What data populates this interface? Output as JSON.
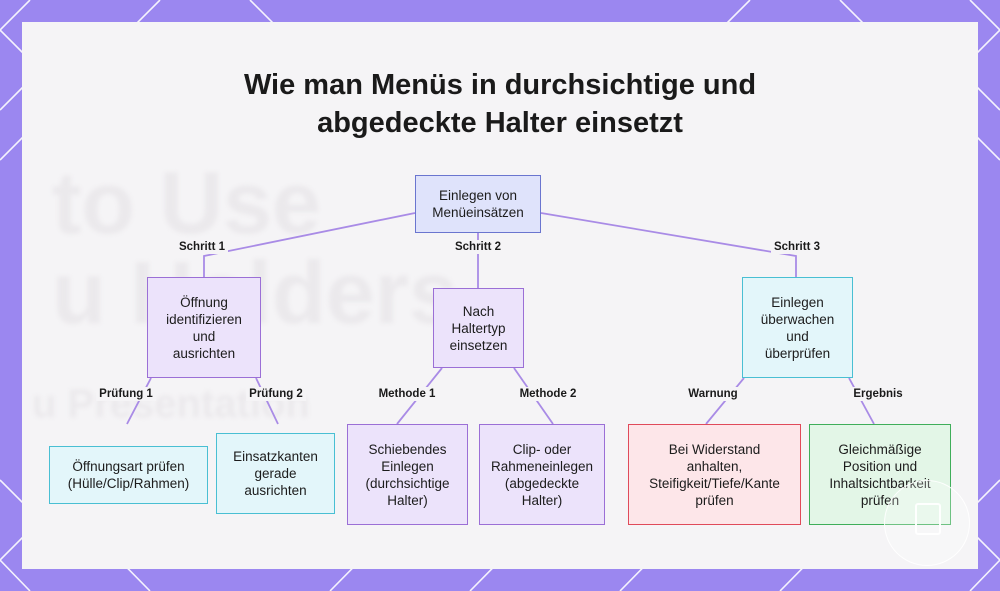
{
  "title": {
    "line1": "Wie man Menüs in durchsichtige und",
    "line2": "abgedeckte Halter einsetzt"
  },
  "background": {
    "line1": "to Use",
    "line2": "u Holders",
    "line3": "u Presentation"
  },
  "colors": {
    "frame": "#9b87f0",
    "panel": "#f5f4f6",
    "connector": "#a98be6"
  },
  "nodes": {
    "root": [
      "Einlegen von",
      "Menüeinsätzen"
    ],
    "step1": [
      "Öffnung",
      "identifizieren",
      "und",
      "ausrichten"
    ],
    "step2": [
      "Nach",
      "Haltertyp",
      "einsetzen"
    ],
    "step3": [
      "Einlegen",
      "überwachen",
      "und",
      "überprüfen"
    ],
    "check1": [
      "Öffnungsart prüfen",
      "(Hülle/Clip/Rahmen)"
    ],
    "check2": [
      "Einsatzkanten",
      "gerade",
      "ausrichten"
    ],
    "method1": [
      "Schiebendes",
      "Einlegen",
      "(durchsichtige",
      "Halter)"
    ],
    "method2": [
      "Clip- oder",
      "Rahmeneinlegen",
      "(abgedeckte",
      "Halter)"
    ],
    "warning": [
      "Bei Widerstand",
      "anhalten,",
      "Steifigkeit/Tiefe/Kante",
      "prüfen"
    ],
    "result": [
      "Gleichmäßige",
      "Position und",
      "Inhaltsichtbarkeit",
      "prüfen"
    ]
  },
  "edge_labels": {
    "step1": "Schritt 1",
    "step2": "Schritt 2",
    "step3": "Schritt 3",
    "check1": "Prüfung 1",
    "check2": "Prüfung 2",
    "method1": "Methode 1",
    "method2": "Methode 2",
    "warning": "Warnung",
    "result": "Ergebnis"
  },
  "icons": {
    "badge": "document-icon"
  }
}
